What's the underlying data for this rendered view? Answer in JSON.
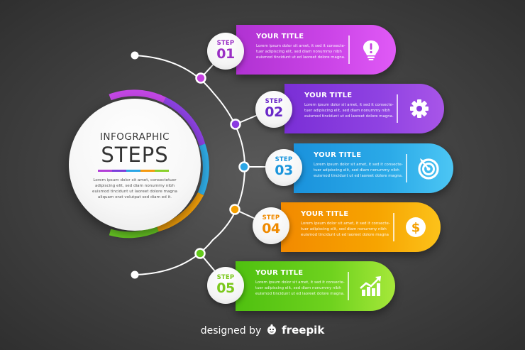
{
  "hub": {
    "kicker": "INFOGRAPHIC",
    "title": "STEPS",
    "text": "Lorem ipsum dolor sit amet, consectetuer adipiscing elit, sed diam nonummy nibh euismod tincidunt ut laoreet dolore magna aliquam erat volutpat sed diam ed it."
  },
  "colors": {
    "background": "#454545",
    "step1": "#c53ee0",
    "step2": "#8a3be0",
    "step3": "#2ba6e6",
    "step4": "#f5a000",
    "step5": "#62c91a"
  },
  "steps": [
    {
      "step_label": "STEP",
      "number": "01",
      "title": "YOUR TITLE",
      "text": "Lorem ipsum dolor sit amet, it sed it consecte-tuer adipiscing elit, sed diam nonummy nibh euismod tincidunt ut ed laoreet dolore magna.",
      "icon": "lightbulb-icon"
    },
    {
      "step_label": "STEP",
      "number": "02",
      "title": "YOUR TITLE",
      "text": "Lorem ipsum dolor sit amet, it sed it consecte-tuer adipiscing elit, sed diam nonummy nibh euismod tincidunt ut ed laoreet dolore magna.",
      "icon": "gear-icon"
    },
    {
      "step_label": "STEP",
      "number": "03",
      "title": "YOUR TITLE",
      "text": "Lorem ipsum dolor sit amet, it sed it consecte-tuer adipiscing elit, sed diam nonummy nibh euismod tincidunt ut ed laoreet dolore magna.",
      "icon": "target-icon"
    },
    {
      "step_label": "STEP",
      "number": "04",
      "title": "YOUR TITLE",
      "text": "Lorem ipsum dolor sit amet, it sed it consecte-tuer adipiscing elit, sed diam nonummy nibh euismod tincidunt ut ed laoreet dolore magna",
      "icon": "dollar-coin-icon"
    },
    {
      "step_label": "STEP",
      "number": "05",
      "title": "YOUR TITLE",
      "text": "Lorem ipsum dolor sit amet, it sed it consecte-tuer adipiscing elit, sed diam nonummy nibh euismod tincidunt ut ed laoreet dolore magna.",
      "icon": "growth-chart-icon"
    }
  ],
  "footer": {
    "prefix": "designed by",
    "brand": "freepik"
  }
}
